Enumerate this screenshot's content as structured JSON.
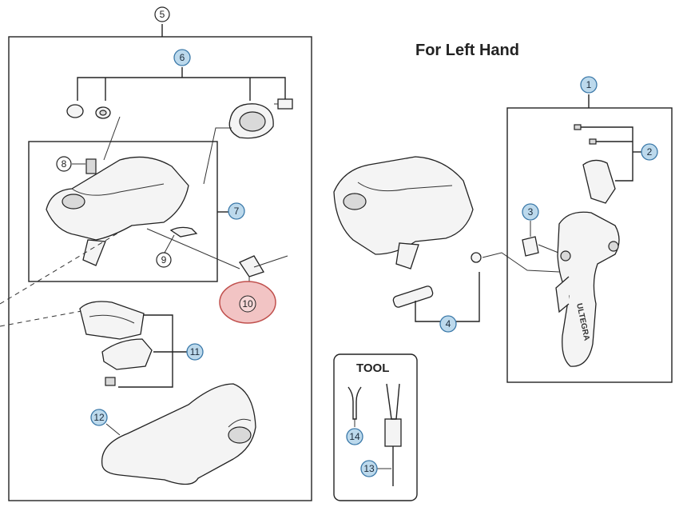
{
  "heading": "For Left Hand",
  "tool_heading": "TOOL",
  "callouts": {
    "c1": "1",
    "c2": "2",
    "c3": "3",
    "c4": "4",
    "c5": "5",
    "c6": "6",
    "c7": "7",
    "c8": "8",
    "c9": "9",
    "c10": "10",
    "c11": "11",
    "c12": "12",
    "c13": "13",
    "c14": "14"
  },
  "brand_text": "ULTEGRA",
  "colors": {
    "callout_fill": "#bcd9ec",
    "callout_stroke": "#3a78a8",
    "highlight_fill": "#f2c4c4",
    "highlight_stroke": "#c0504d"
  }
}
